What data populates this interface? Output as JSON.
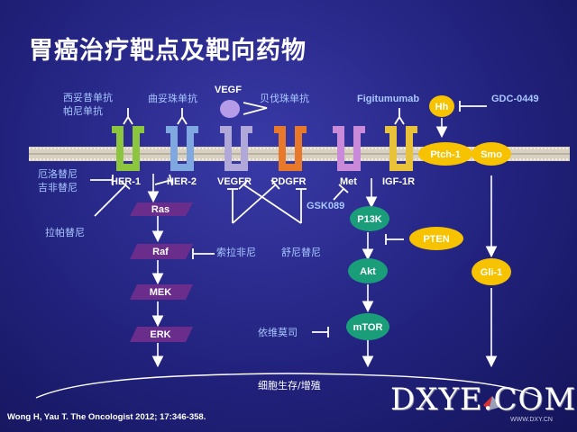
{
  "title": "胃癌治疗靶点及靶向药物",
  "drugs": {
    "cetuximab_panitumumab": "西妥昔单抗\n帕尼单抗",
    "trastuzumab": "曲妥珠单抗",
    "bevacizumab": "贝伐珠单抗",
    "figitumumab": "Figitumumab",
    "gdc0449": "GDC-0449",
    "erlotinib_gefitinib": "厄洛替尼\n吉非替尼",
    "lapatinib": "拉帕替尼",
    "gsk089": "GSK089",
    "sorafenib": "索拉非尼",
    "sunitinib": "舒尼替尼",
    "everolimus": "依维莫司"
  },
  "receptors": {
    "her1": "HER-1",
    "her2": "HER-2",
    "vegfr": "VEGFR",
    "pdgfr": "PDGFR",
    "met": "Met",
    "igf1r": "IGF-1R"
  },
  "ligand": "VEGF",
  "nodes": {
    "ras": "Ras",
    "raf": "Raf",
    "mek": "MEK",
    "erk": "ERK",
    "pi3k": "P13K",
    "akt": "Akt",
    "mtor": "mTOR",
    "pten": "PTEN",
    "hh": "Hh",
    "ptch1": "Ptch-1",
    "smo": "Smo",
    "gli1": "Gli-1"
  },
  "outcome": "细胞生存/增殖",
  "citation": "Wong H, Yau T. The Oncologist 2012; 17:346-358.",
  "watermark": "DXYE.COM",
  "watermark_url": "WWW.DXY.CN",
  "colors": {
    "her1": "#8cc63f",
    "her2": "#7fa7e0",
    "vegfr": "#b0a8d8",
    "pdgfr": "#e8782a",
    "met": "#c98ad9",
    "igf1r": "#e8c238",
    "ligand": "#b59be8",
    "mapk": "#6a2d8c",
    "pi3k": "#1a9e7a",
    "hedgehog": "#f7c200"
  }
}
